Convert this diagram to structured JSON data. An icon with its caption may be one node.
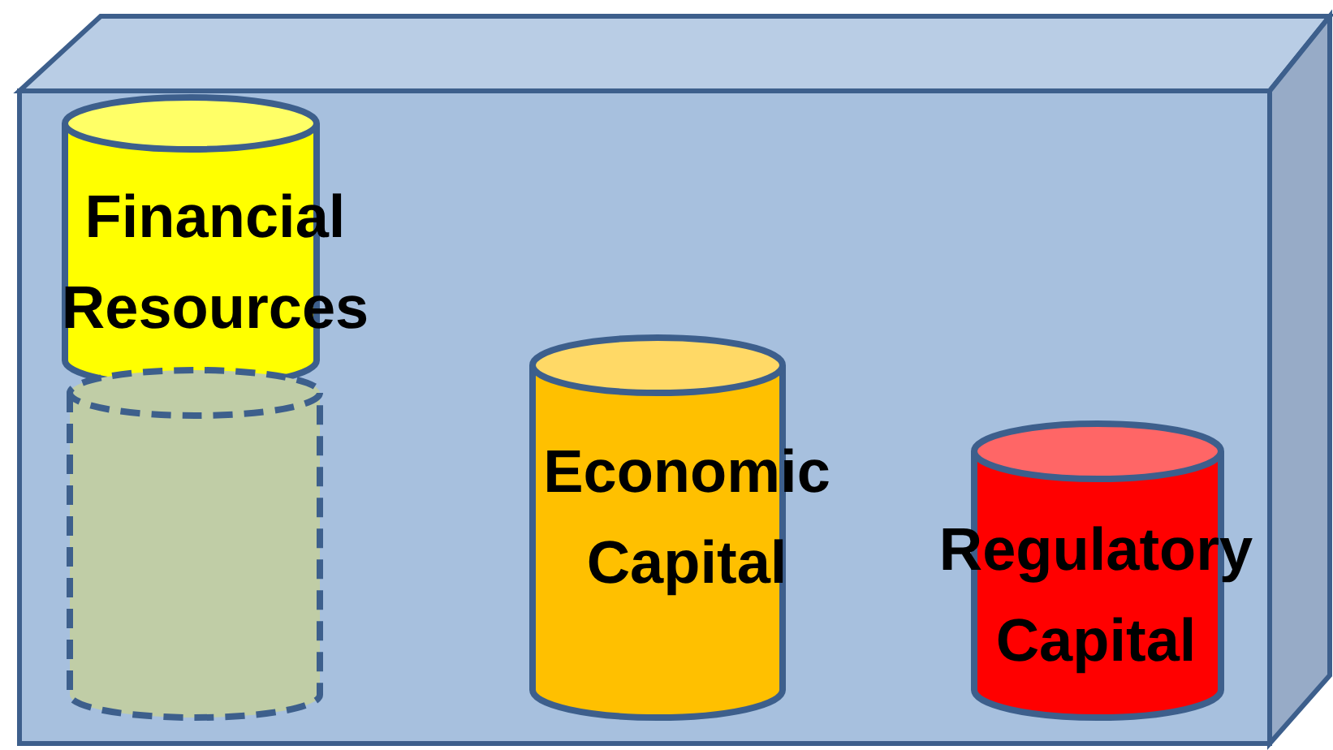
{
  "diagram": {
    "nodes": [
      {
        "text": [],
        "shape": "box"
      },
      {
        "text": [
          "Financial Resources"
        ],
        "in": 0
      },
      {
        "text": [],
        "shape": "cylinder",
        "in": 0
      },
      {
        "text": [
          "Economic Capital"
        ],
        "in": 0
      },
      {
        "text": [
          "Regulatory Capital"
        ],
        "in": 0
      }
    ]
  }
}
